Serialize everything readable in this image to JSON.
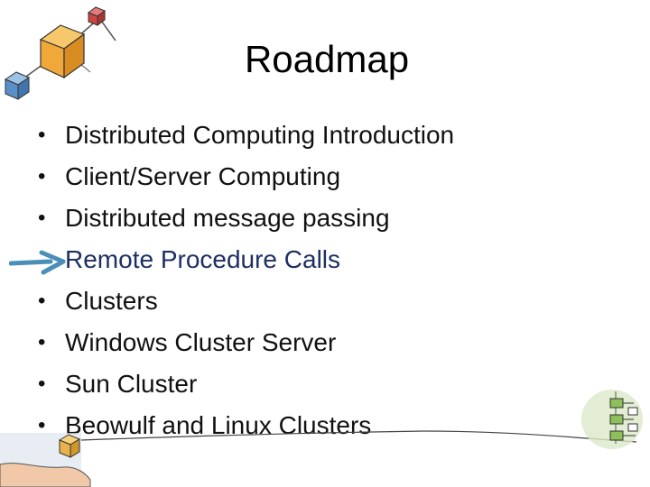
{
  "slide": {
    "title": "Roadmap",
    "bullet_symbol": "•",
    "items": [
      {
        "label": "Distributed Computing Introduction",
        "current": false
      },
      {
        "label": "Client/Server Computing",
        "current": false
      },
      {
        "label": "Distributed message passing",
        "current": false
      },
      {
        "label": "Remote Procedure Calls",
        "current": true
      },
      {
        "label": "Clusters",
        "current": false
      },
      {
        "label": "Windows Cluster Server",
        "current": false
      },
      {
        "label": "Sun Cluster",
        "current": false
      },
      {
        "label": "Beowulf and Linux Clusters",
        "current": false
      }
    ]
  },
  "colors": {
    "arrow": "#4a8fb8",
    "current_item_text": "#1e2f63",
    "background": "#ffffff"
  },
  "icons": {
    "current_marker": "right-arrow-icon",
    "decorations": [
      "network-cubes-clipart",
      "flowchart-clipart",
      "hand-holding-cube-clipart"
    ]
  }
}
